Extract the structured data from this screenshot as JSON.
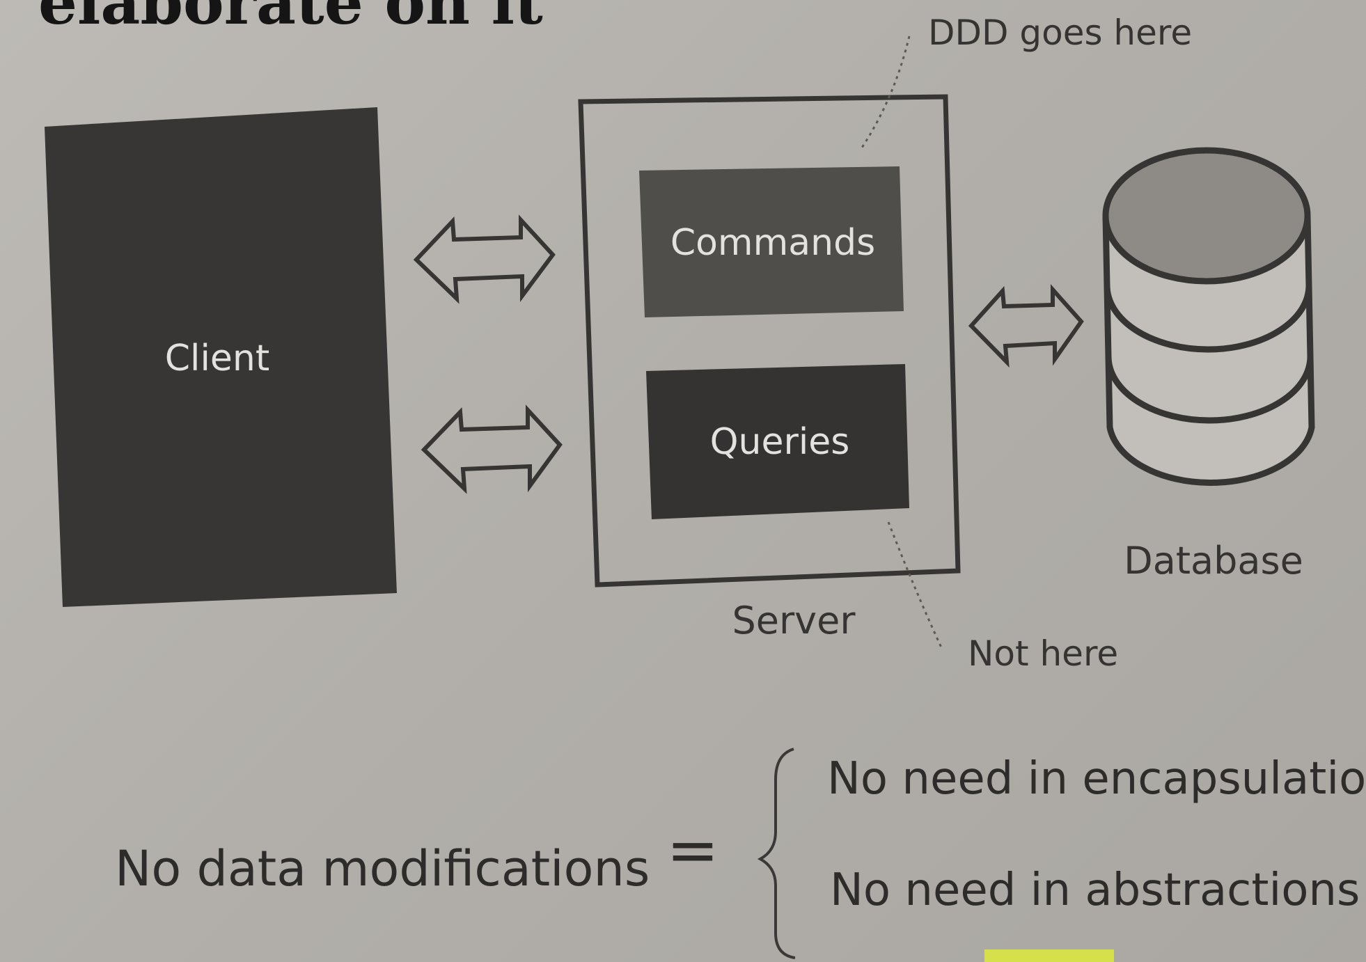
{
  "heading_fragment": "elaborate on it",
  "client": {
    "label": "Client"
  },
  "server": {
    "label": "Server",
    "commands_label": "Commands",
    "queries_label": "Queries"
  },
  "database": {
    "label": "Database"
  },
  "annotations": {
    "ddd_goes_here": "DDD goes here",
    "not_here": "Not here"
  },
  "equation": {
    "left": "No data modifications",
    "operator": "=",
    "right": [
      "No need in encapsulation",
      "No need in abstractions"
    ]
  },
  "colors": {
    "client_fill": "#383634",
    "commands_fill": "#504e4b",
    "queries_fill": "#353331",
    "outline": "#373533",
    "database_top": "#8e8b86",
    "database_body": "#c2bfba",
    "highlight": "#d6e04a"
  },
  "icons": [
    "double-arrow-icon",
    "database-icon",
    "brace-icon"
  ]
}
